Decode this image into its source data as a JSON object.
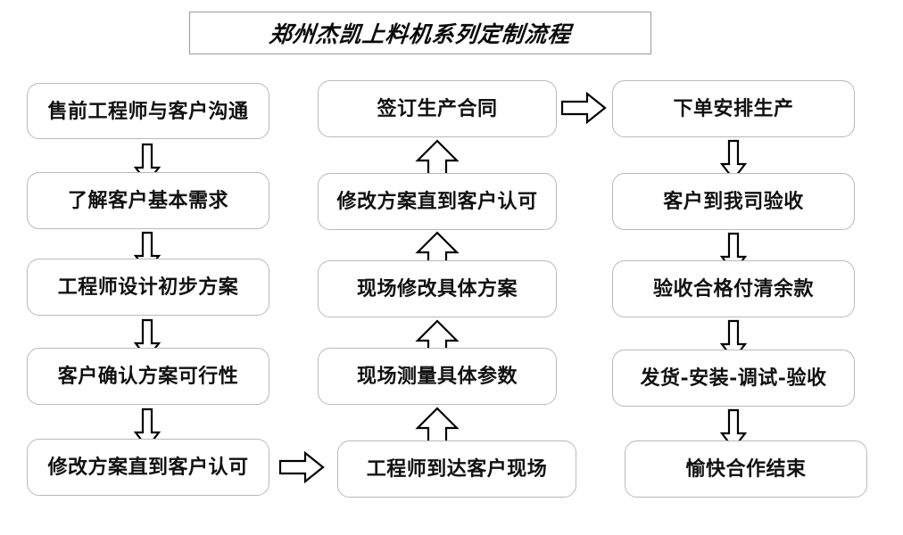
{
  "title": {
    "text": "郑州杰凯上料机系列定制流程"
  },
  "flowchart": {
    "columns": [
      {
        "id": "col-left",
        "direction": "down",
        "nodes": [
          {
            "label": "售前工程师与客户沟通"
          },
          {
            "label": "了解客户基本需求"
          },
          {
            "label": "工程师设计初步方案"
          },
          {
            "label": "客户确认方案可行性"
          },
          {
            "label": "修改方案直到客户认可"
          }
        ]
      },
      {
        "id": "col-mid",
        "direction": "up",
        "nodes": [
          {
            "label": "签订生产合同"
          },
          {
            "label": "修改方案直到客户认可"
          },
          {
            "label": "现场修改具体方案"
          },
          {
            "label": "现场测量具体参数"
          },
          {
            "label": "工程师到达客户现场"
          }
        ]
      },
      {
        "id": "col-right",
        "direction": "down",
        "nodes": [
          {
            "label": "下单安排生产"
          },
          {
            "label": "客户到我司验收"
          },
          {
            "label": "验收合格付清余款"
          },
          {
            "label": "发货-安装-调试-验收"
          },
          {
            "label": "愉快合作结束"
          }
        ]
      }
    ],
    "connectors": [
      {
        "id": "left-to-mid",
        "icon": "arrow-right-icon",
        "from": "修改方案直到客户认可",
        "to": "工程师到达客户现场"
      },
      {
        "id": "mid-to-right",
        "icon": "arrow-right-icon",
        "from": "签订生产合同",
        "to": "下单安排生产"
      }
    ],
    "vertical_arrow_icon_down": "arrow-down-icon",
    "vertical_arrow_icon_up": "arrow-up-icon",
    "colors": {
      "node_border": "#b9b9b9",
      "node_fill": "#ffffff",
      "arrow_stroke": "#000000",
      "arrow_fill": "#ffffff",
      "title_border": "#9a9a9a",
      "text": "#111111",
      "background": "#ffffff"
    }
  }
}
